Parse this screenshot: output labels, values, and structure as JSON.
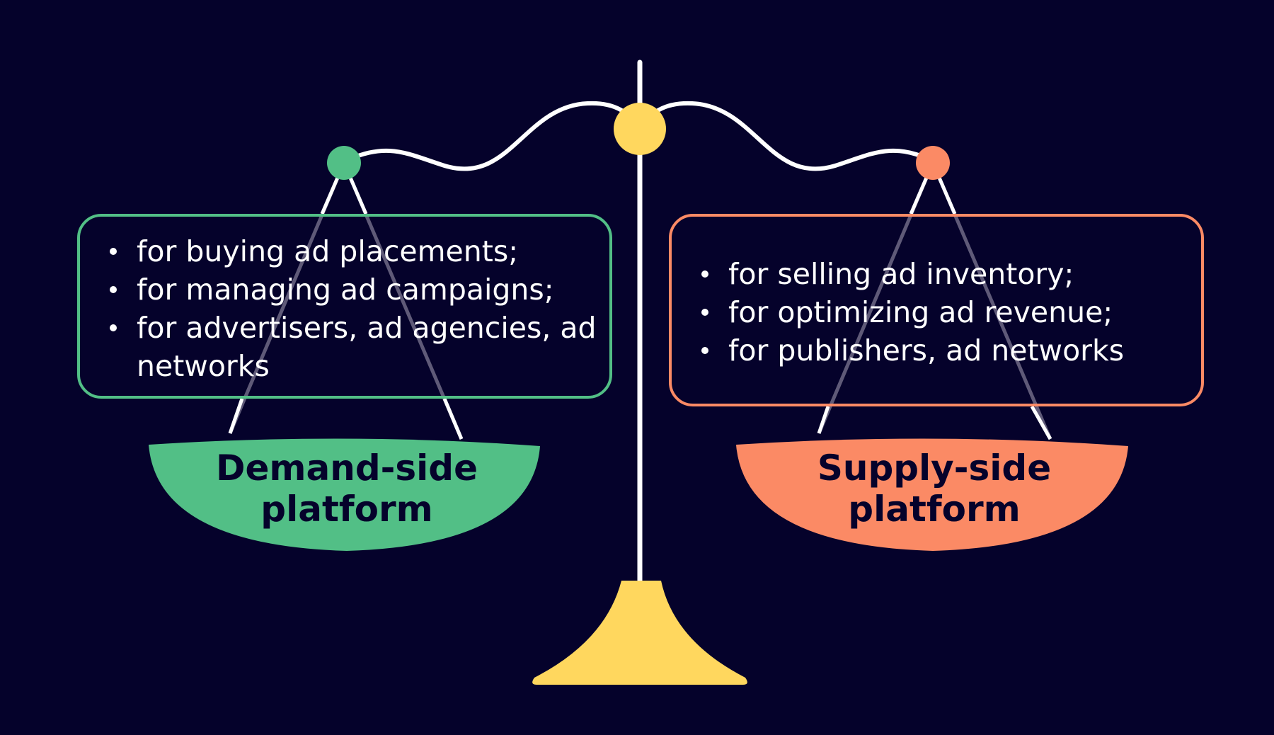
{
  "colors": {
    "background": "#05022b",
    "beam": "#ffffff",
    "pivot": "#ffd75e",
    "base": "#ffd75e",
    "demand": "#52bf86",
    "supply": "#fb8a65",
    "string": "#5f5a78",
    "label_text": "#05022b"
  },
  "demand_side": {
    "title_line1": "Demand-side",
    "title_line2": "platform",
    "items": [
      "for buying ad placements;",
      "for managing ad campaigns;",
      "for advertisers, ad agencies, ad networks"
    ]
  },
  "supply_side": {
    "title_line1": "Supply-side",
    "title_line2": "platform",
    "items": [
      "for selling ad inventory;",
      "for optimizing ad revenue;",
      "for publishers, ad networks"
    ]
  }
}
